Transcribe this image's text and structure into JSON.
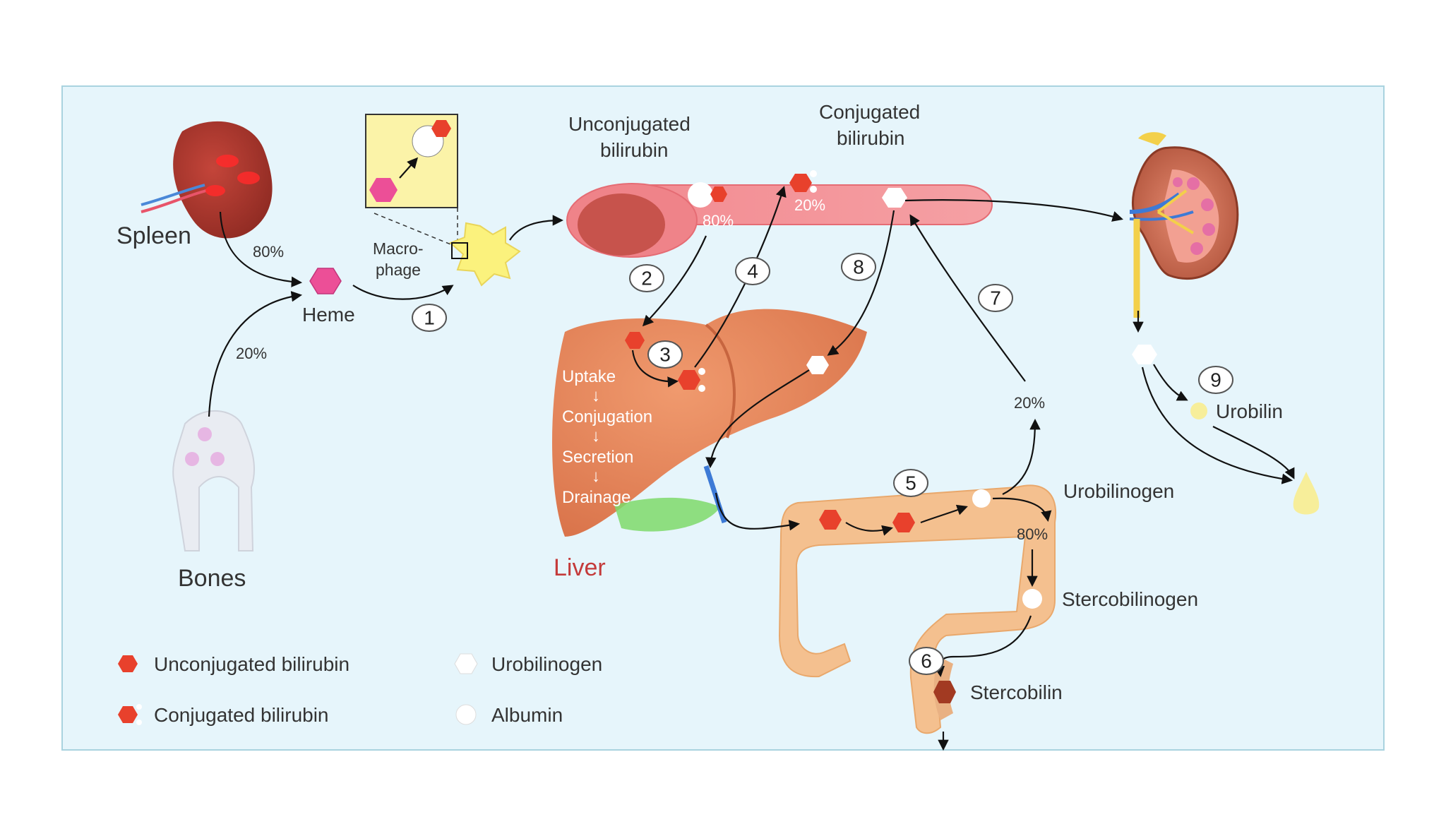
{
  "labels": {
    "spleen": "Spleen",
    "bones": "Bones",
    "heme": "Heme",
    "macrophage_line1": "Macro-",
    "macrophage_line2": "phage",
    "unconj_line1": "Unconjugated",
    "unconj_line2": "bilirubin",
    "conj_line1": "Conjugated",
    "conj_line2": "bilirubin",
    "liver": "Liver",
    "urobilin": "Urobilin",
    "urobilinogen": "Urobilinogen",
    "stercobilinogen": "Stercobilinogen",
    "stercobilin": "Stercobilin"
  },
  "percent": {
    "spleen": "80%",
    "bones": "20%",
    "blood_unconj": "80%",
    "blood_conj": "20%",
    "reabsorb": "20%",
    "colon": "80%"
  },
  "liver_steps": [
    "Uptake",
    "Conjugation",
    "Secretion",
    "Drainage"
  ],
  "steps": [
    "1",
    "2",
    "3",
    "4",
    "5",
    "6",
    "7",
    "8",
    "9"
  ],
  "legend": {
    "unconjugated": "Unconjugated bilirubin",
    "conjugated": "Conjugated bilirubin",
    "urobilinogen": "Urobilinogen",
    "albumin": "Albumin"
  },
  "colors": {
    "panel_bg": "#e6f5fb",
    "panel_border": "#a9d3df",
    "bilirubin": "#e8412c",
    "heme": "#ec4f97",
    "liver": "#e8875a",
    "intestine": "#f4c08f",
    "vessel": "#ef7f86",
    "stercobilin": "#a23a22",
    "urobilin": "#f7ee9a"
  }
}
